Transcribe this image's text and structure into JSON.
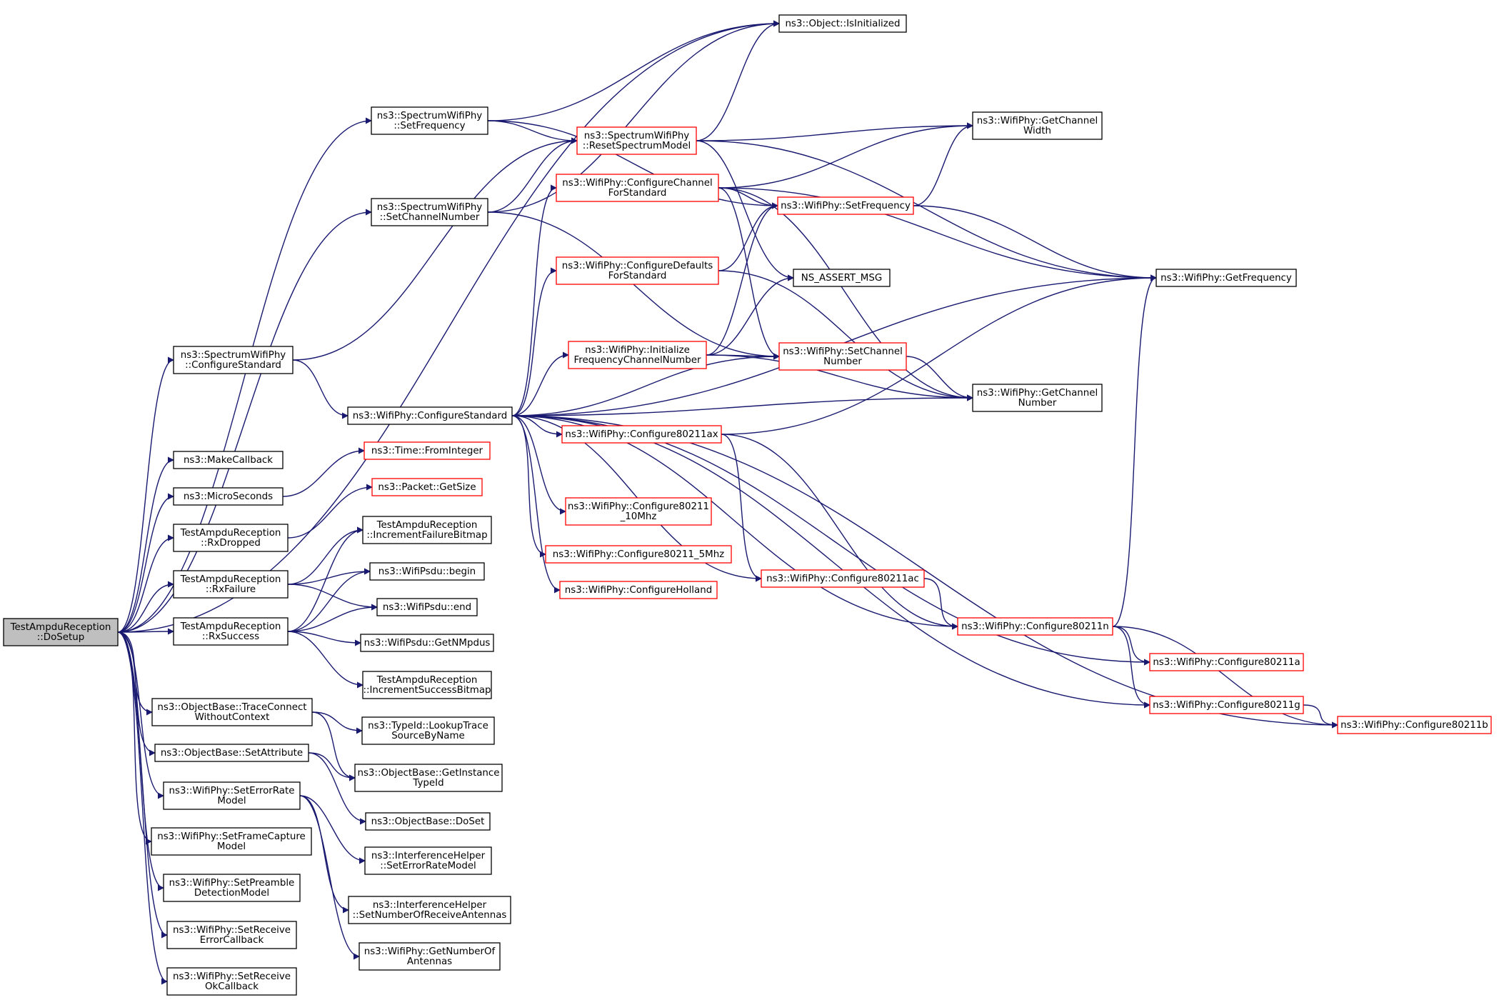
{
  "colors": {
    "edge": "#191970",
    "node_border": "#000000",
    "node_border_truncated": "#ff0000",
    "root_fill": "#bfbfbf",
    "node_fill": "#ffffff"
  },
  "nodes": [
    {
      "id": "root",
      "lines": [
        "TestAmpduReception",
        "::DoSetup"
      ],
      "truncated": false,
      "root": true
    },
    {
      "id": "spec_setfreq",
      "lines": [
        "ns3::SpectrumWifiPhy",
        "::SetFrequency"
      ],
      "truncated": false
    },
    {
      "id": "spec_setch",
      "lines": [
        "ns3::SpectrumWifiPhy",
        "::SetChannelNumber"
      ],
      "truncated": false
    },
    {
      "id": "spec_cfgstd",
      "lines": [
        "ns3::SpectrumWifiPhy",
        "::ConfigureStandard"
      ],
      "truncated": false
    },
    {
      "id": "makecb",
      "lines": [
        "ns3::MakeCallback"
      ],
      "truncated": false
    },
    {
      "id": "micro",
      "lines": [
        "ns3::MicroSeconds"
      ],
      "truncated": false
    },
    {
      "id": "rxdropped",
      "lines": [
        "TestAmpduReception",
        "::RxDropped"
      ],
      "truncated": false
    },
    {
      "id": "rxfailure",
      "lines": [
        "TestAmpduReception",
        "::RxFailure"
      ],
      "truncated": false
    },
    {
      "id": "rxsuccess",
      "lines": [
        "TestAmpduReception",
        "::RxSuccess"
      ],
      "truncated": false
    },
    {
      "id": "traceconn",
      "lines": [
        "ns3::ObjectBase::TraceConnect",
        "WithoutContext"
      ],
      "truncated": false
    },
    {
      "id": "setattr",
      "lines": [
        "ns3::ObjectBase::SetAttribute"
      ],
      "truncated": false
    },
    {
      "id": "seterrrate",
      "lines": [
        "ns3::WifiPhy::SetErrorRate",
        "Model"
      ],
      "truncated": false
    },
    {
      "id": "setframecap",
      "lines": [
        "ns3::WifiPhy::SetFrameCapture",
        "Model"
      ],
      "truncated": false
    },
    {
      "id": "setpreamble",
      "lines": [
        "ns3::WifiPhy::SetPreamble",
        "DetectionModel"
      ],
      "truncated": false
    },
    {
      "id": "setrxerr",
      "lines": [
        "ns3::WifiPhy::SetReceive",
        "ErrorCallback"
      ],
      "truncated": false
    },
    {
      "id": "setrxok",
      "lines": [
        "ns3::WifiPhy::SetReceive",
        "OkCallback"
      ],
      "truncated": false
    },
    {
      "id": "isinit",
      "lines": [
        "ns3::Object::IsInitialized"
      ],
      "truncated": false
    },
    {
      "id": "resetspec",
      "lines": [
        "ns3::SpectrumWifiPhy",
        "::ResetSpectrumModel"
      ],
      "truncated": true
    },
    {
      "id": "cfgchstd",
      "lines": [
        "ns3::WifiPhy::ConfigureChannel",
        "ForStandard"
      ],
      "truncated": true
    },
    {
      "id": "cfgdefstd",
      "lines": [
        "ns3::WifiPhy::ConfigureDefaults",
        "ForStandard"
      ],
      "truncated": true
    },
    {
      "id": "initfreq",
      "lines": [
        "ns3::WifiPhy::Initialize",
        "FrequencyChannelNumber"
      ],
      "truncated": true
    },
    {
      "id": "wp_cfgstd",
      "lines": [
        "ns3::WifiPhy::ConfigureStandard"
      ],
      "truncated": false
    },
    {
      "id": "fromint",
      "lines": [
        "ns3::Time::FromInteger"
      ],
      "truncated": true
    },
    {
      "id": "getsize",
      "lines": [
        "ns3::Packet::GetSize"
      ],
      "truncated": true
    },
    {
      "id": "incfail",
      "lines": [
        "TestAmpduReception",
        "::IncrementFailureBitmap"
      ],
      "truncated": false
    },
    {
      "id": "psdubegin",
      "lines": [
        "ns3::WifiPsdu::begin"
      ],
      "truncated": false
    },
    {
      "id": "psduend",
      "lines": [
        "ns3::WifiPsdu::end"
      ],
      "truncated": false
    },
    {
      "id": "getnmpdus",
      "lines": [
        "ns3::WifiPsdu::GetNMpdus"
      ],
      "truncated": false
    },
    {
      "id": "incsucc",
      "lines": [
        "TestAmpduReception",
        "::IncrementSuccessBitmap"
      ],
      "truncated": false
    },
    {
      "id": "lookuptrace",
      "lines": [
        "ns3::TypeId::LookupTrace",
        "SourceByName"
      ],
      "truncated": false
    },
    {
      "id": "getinsttid",
      "lines": [
        "ns3::ObjectBase::GetInstance",
        "TypeId"
      ],
      "truncated": false
    },
    {
      "id": "doset",
      "lines": [
        "ns3::ObjectBase::DoSet"
      ],
      "truncated": false
    },
    {
      "id": "ih_seterr",
      "lines": [
        "ns3::InterferenceHelper",
        "::SetErrorRateModel"
      ],
      "truncated": false
    },
    {
      "id": "ih_setnum",
      "lines": [
        "ns3::InterferenceHelper",
        "::SetNumberOfReceiveAntennas"
      ],
      "truncated": false
    },
    {
      "id": "getnumant",
      "lines": [
        "ns3::WifiPhy::GetNumberOf",
        "Antennas"
      ],
      "truncated": false
    },
    {
      "id": "cfg_ax",
      "lines": [
        "ns3::WifiPhy::Configure80211ax"
      ],
      "truncated": true
    },
    {
      "id": "cfg_10",
      "lines": [
        "ns3::WifiPhy::Configure80211",
        "_10Mhz"
      ],
      "truncated": true
    },
    {
      "id": "cfg_5",
      "lines": [
        "ns3::WifiPhy::Configure80211_5Mhz"
      ],
      "truncated": true
    },
    {
      "id": "cfg_hol",
      "lines": [
        "ns3::WifiPhy::ConfigureHolland"
      ],
      "truncated": true
    },
    {
      "id": "getchw",
      "lines": [
        "ns3::WifiPhy::GetChannel",
        "Width"
      ],
      "truncated": false
    },
    {
      "id": "wp_setfreq",
      "lines": [
        "ns3::WifiPhy::SetFrequency"
      ],
      "truncated": true
    },
    {
      "id": "nsassert",
      "lines": [
        "NS_ASSERT_MSG"
      ],
      "truncated": false
    },
    {
      "id": "wp_setch",
      "lines": [
        "ns3::WifiPhy::SetChannel",
        "Number"
      ],
      "truncated": true
    },
    {
      "id": "getchn",
      "lines": [
        "ns3::WifiPhy::GetChannel",
        "Number"
      ],
      "truncated": false
    },
    {
      "id": "getfreq",
      "lines": [
        "ns3::WifiPhy::GetFrequency"
      ],
      "truncated": false
    },
    {
      "id": "cfg_ac",
      "lines": [
        "ns3::WifiPhy::Configure80211ac"
      ],
      "truncated": true
    },
    {
      "id": "cfg_n",
      "lines": [
        "ns3::WifiPhy::Configure80211n"
      ],
      "truncated": true
    },
    {
      "id": "cfg_a",
      "lines": [
        "ns3::WifiPhy::Configure80211a"
      ],
      "truncated": true
    },
    {
      "id": "cfg_g",
      "lines": [
        "ns3::WifiPhy::Configure80211g"
      ],
      "truncated": true
    },
    {
      "id": "cfg_b",
      "lines": [
        "ns3::WifiPhy::Configure80211b"
      ],
      "truncated": true
    }
  ],
  "edges": [
    [
      "root",
      "spec_setfreq"
    ],
    [
      "root",
      "spec_setch"
    ],
    [
      "root",
      "spec_cfgstd"
    ],
    [
      "root",
      "makecb"
    ],
    [
      "root",
      "micro"
    ],
    [
      "root",
      "rxdropped"
    ],
    [
      "root",
      "rxfailure"
    ],
    [
      "root",
      "rxsuccess"
    ],
    [
      "root",
      "traceconn"
    ],
    [
      "root",
      "setattr"
    ],
    [
      "root",
      "seterrrate"
    ],
    [
      "root",
      "setframecap"
    ],
    [
      "root",
      "setpreamble"
    ],
    [
      "root",
      "setrxerr"
    ],
    [
      "root",
      "setrxok"
    ],
    [
      "root",
      "isinit"
    ],
    [
      "spec_setfreq",
      "isinit"
    ],
    [
      "spec_setfreq",
      "resetspec"
    ],
    [
      "spec_setfreq",
      "wp_setfreq"
    ],
    [
      "spec_setch",
      "isinit"
    ],
    [
      "spec_setch",
      "resetspec"
    ],
    [
      "spec_setch",
      "wp_setch"
    ],
    [
      "spec_cfgstd",
      "resetspec"
    ],
    [
      "spec_cfgstd",
      "wp_cfgstd"
    ],
    [
      "micro",
      "fromint"
    ],
    [
      "rxdropped",
      "getsize"
    ],
    [
      "rxfailure",
      "incfail"
    ],
    [
      "rxfailure",
      "psdubegin"
    ],
    [
      "rxfailure",
      "psduend"
    ],
    [
      "rxsuccess",
      "incfail"
    ],
    [
      "rxsuccess",
      "psdubegin"
    ],
    [
      "rxsuccess",
      "psduend"
    ],
    [
      "rxsuccess",
      "getnmpdus"
    ],
    [
      "rxsuccess",
      "incsucc"
    ],
    [
      "traceconn",
      "lookuptrace"
    ],
    [
      "traceconn",
      "getinsttid"
    ],
    [
      "setattr",
      "getinsttid"
    ],
    [
      "setattr",
      "doset"
    ],
    [
      "seterrrate",
      "ih_seterr"
    ],
    [
      "seterrrate",
      "ih_setnum"
    ],
    [
      "seterrrate",
      "getnumant"
    ],
    [
      "resetspec",
      "isinit"
    ],
    [
      "resetspec",
      "getchw"
    ],
    [
      "resetspec",
      "getfreq"
    ],
    [
      "resetspec",
      "nsassert"
    ],
    [
      "cfgchstd",
      "getchw"
    ],
    [
      "cfgchstd",
      "wp_setfreq"
    ],
    [
      "cfgchstd",
      "wp_setch"
    ],
    [
      "cfgchstd",
      "getfreq"
    ],
    [
      "cfgchstd",
      "getchn"
    ],
    [
      "cfgdefstd",
      "wp_setfreq"
    ],
    [
      "cfgdefstd",
      "getchn"
    ],
    [
      "initfreq",
      "wp_setfreq"
    ],
    [
      "initfreq",
      "nsassert"
    ],
    [
      "initfreq",
      "wp_setch"
    ],
    [
      "initfreq",
      "getchn"
    ],
    [
      "wp_cfgstd",
      "cfgchstd"
    ],
    [
      "wp_cfgstd",
      "cfgdefstd"
    ],
    [
      "wp_cfgstd",
      "initfreq"
    ],
    [
      "wp_cfgstd",
      "getfreq"
    ],
    [
      "wp_cfgstd",
      "getchn"
    ],
    [
      "wp_cfgstd",
      "cfg_ax"
    ],
    [
      "wp_cfgstd",
      "cfg_10"
    ],
    [
      "wp_cfgstd",
      "cfg_5"
    ],
    [
      "wp_cfgstd",
      "cfg_hol"
    ],
    [
      "wp_cfgstd",
      "wp_setch"
    ],
    [
      "wp_cfgstd",
      "cfg_ac"
    ],
    [
      "wp_cfgstd",
      "cfg_n"
    ],
    [
      "wp_cfgstd",
      "cfg_a"
    ],
    [
      "wp_cfgstd",
      "cfg_g"
    ],
    [
      "wp_cfgstd",
      "cfg_b"
    ],
    [
      "wp_setfreq",
      "getchw"
    ],
    [
      "wp_setfreq",
      "getfreq"
    ],
    [
      "wp_setch",
      "getchn"
    ],
    [
      "cfg_ax",
      "getfreq"
    ],
    [
      "cfg_ax",
      "cfg_ac"
    ],
    [
      "cfg_ax",
      "cfg_n"
    ],
    [
      "cfg_ac",
      "cfg_n"
    ],
    [
      "cfg_n",
      "getfreq"
    ],
    [
      "cfg_n",
      "cfg_a"
    ],
    [
      "cfg_n",
      "cfg_g"
    ],
    [
      "cfg_n",
      "cfg_b"
    ],
    [
      "cfg_g",
      "cfg_b"
    ]
  ]
}
